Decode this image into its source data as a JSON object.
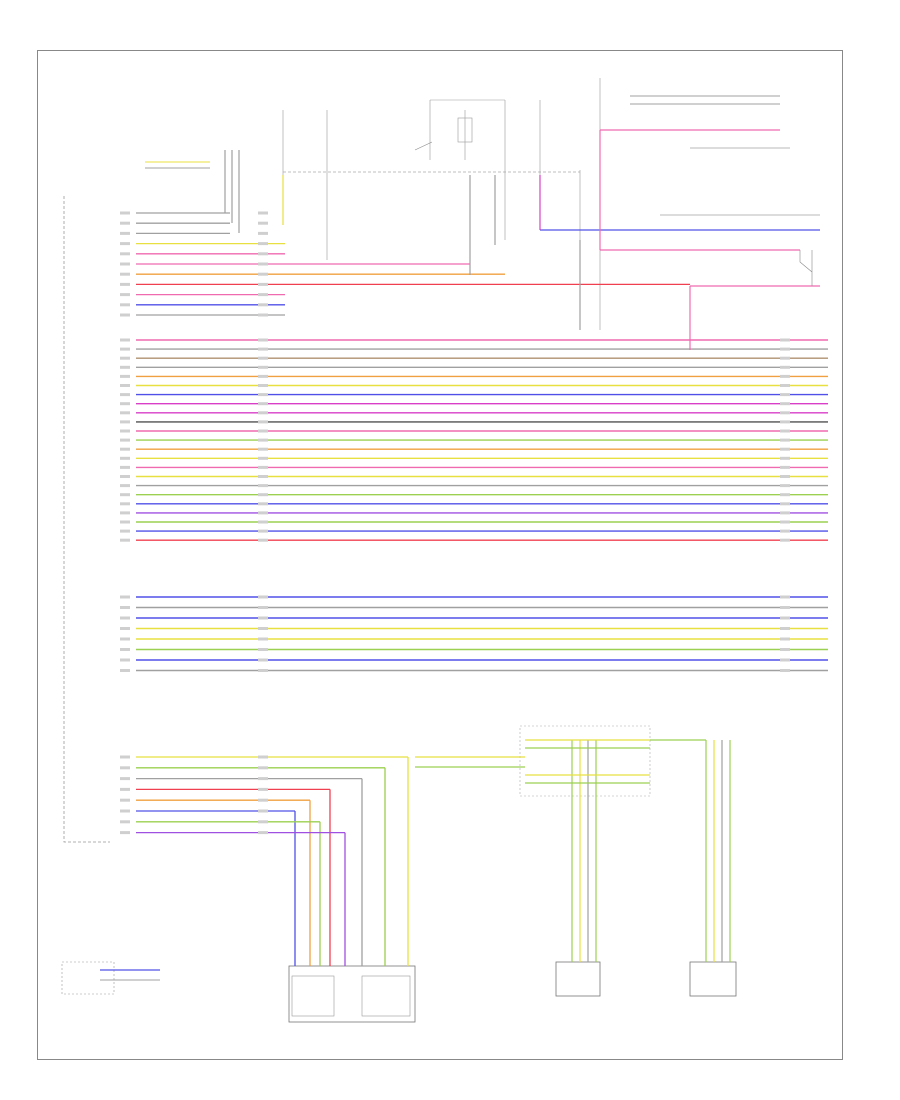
{
  "colors": {
    "pink": "#f06ab0",
    "magenta": "#d83ec8",
    "red": "#f04050",
    "orange": "#f0a040",
    "yellow": "#e8e040",
    "green": "#9cd050",
    "blue": "#5050e8",
    "violet": "#a050e0",
    "grey": "#a0a0a0",
    "brown": "#b09070",
    "black": "#505050",
    "light_grey": "#c8c8c8"
  },
  "footer": {
    "code": ""
  },
  "bus1": {
    "wires": [
      {
        "color": "pink",
        "pin": "",
        "label": ""
      },
      {
        "color": "grey",
        "pin": "",
        "label": ""
      },
      {
        "color": "brown",
        "pin": "",
        "label": ""
      },
      {
        "color": "grey",
        "pin": "",
        "label": ""
      },
      {
        "color": "orange",
        "pin": "",
        "label": ""
      },
      {
        "color": "yellow",
        "pin": "",
        "label": ""
      },
      {
        "color": "blue",
        "pin": "",
        "label": ""
      },
      {
        "color": "magenta",
        "pin": "",
        "label": ""
      },
      {
        "color": "magenta",
        "pin": "",
        "label": ""
      },
      {
        "color": "black",
        "pin": "",
        "label": ""
      },
      {
        "color": "pink",
        "pin": "",
        "label": ""
      },
      {
        "color": "green",
        "pin": "",
        "label": ""
      },
      {
        "color": "orange",
        "pin": "",
        "label": ""
      },
      {
        "color": "yellow",
        "pin": "",
        "label": ""
      },
      {
        "color": "pink",
        "pin": "",
        "label": ""
      },
      {
        "color": "yellow",
        "pin": "",
        "label": ""
      },
      {
        "color": "grey",
        "pin": "",
        "label": ""
      },
      {
        "color": "green",
        "pin": "",
        "label": ""
      },
      {
        "color": "blue",
        "pin": "",
        "label": ""
      },
      {
        "color": "violet",
        "pin": "",
        "label": ""
      },
      {
        "color": "green",
        "pin": "",
        "label": ""
      },
      {
        "color": "blue",
        "pin": "",
        "label": ""
      },
      {
        "color": "red",
        "pin": "",
        "label": ""
      }
    ]
  },
  "bus2": {
    "wires": [
      {
        "color": "blue"
      },
      {
        "color": "grey"
      },
      {
        "color": "blue"
      },
      {
        "color": "yellow"
      },
      {
        "color": "yellow"
      },
      {
        "color": "green"
      },
      {
        "color": "blue"
      },
      {
        "color": "grey"
      }
    ]
  },
  "top_wires": [
    {
      "color": "grey"
    },
    {
      "color": "grey"
    },
    {
      "color": "grey"
    },
    {
      "color": "yellow"
    },
    {
      "color": "pink"
    },
    {
      "color": "pink"
    },
    {
      "color": "orange"
    },
    {
      "color": "red"
    },
    {
      "color": "pink"
    },
    {
      "color": "blue"
    },
    {
      "color": "grey"
    }
  ],
  "lower_wires": [
    {
      "color": "yellow"
    },
    {
      "color": "green"
    },
    {
      "color": "grey"
    },
    {
      "color": "red"
    },
    {
      "color": "orange"
    },
    {
      "color": "blue"
    },
    {
      "color": "green"
    },
    {
      "color": "violet"
    }
  ]
}
